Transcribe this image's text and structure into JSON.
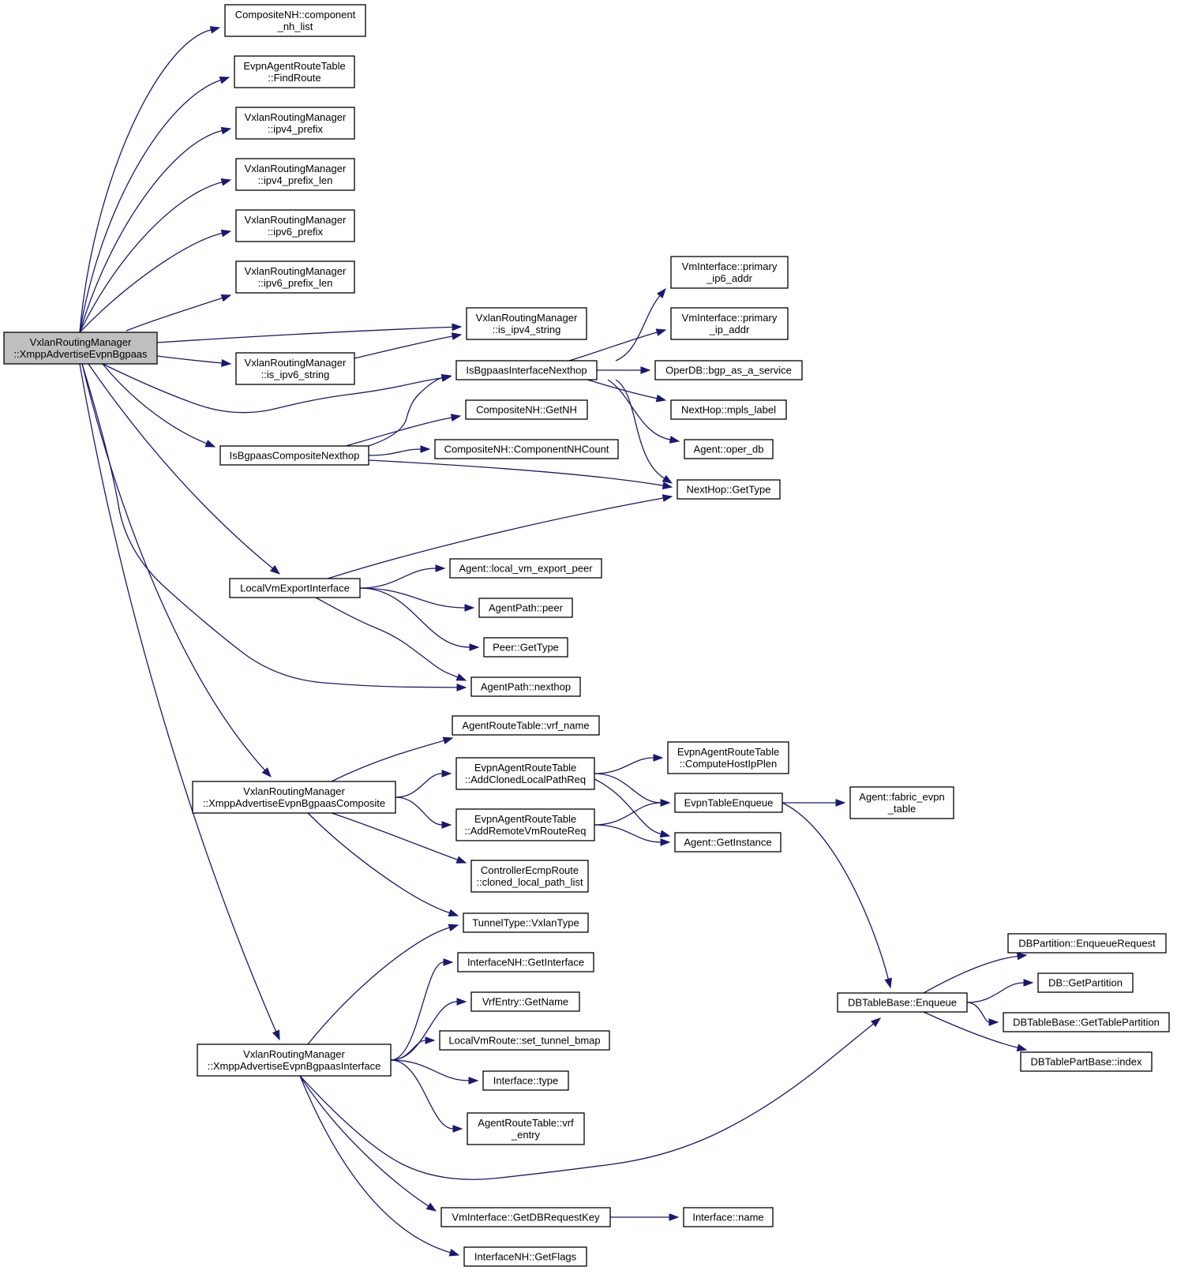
{
  "nodes": [
    {
      "id": "root",
      "lines": [
        "VxlanRoutingManager",
        "::XmppAdvertiseEvpnBgpaas"
      ],
      "root": true
    },
    {
      "id": "component_nh_list",
      "lines": [
        "CompositeNH::component",
        "_nh_list"
      ]
    },
    {
      "id": "find_route",
      "lines": [
        "EvpnAgentRouteTable",
        "::FindRoute"
      ]
    },
    {
      "id": "ipv4_prefix",
      "lines": [
        "VxlanRoutingManager",
        "::ipv4_prefix"
      ]
    },
    {
      "id": "ipv4_prefix_len",
      "lines": [
        "VxlanRoutingManager",
        "::ipv4_prefix_len"
      ]
    },
    {
      "id": "ipv6_prefix",
      "lines": [
        "VxlanRoutingManager",
        "::ipv6_prefix"
      ]
    },
    {
      "id": "ipv6_prefix_len",
      "lines": [
        "VxlanRoutingManager",
        "::ipv6_prefix_len"
      ]
    },
    {
      "id": "is_ipv4_string",
      "lines": [
        "VxlanRoutingManager",
        "::is_ipv4_string"
      ]
    },
    {
      "id": "is_ipv6_string",
      "lines": [
        "VxlanRoutingManager",
        "::is_ipv6_string"
      ]
    },
    {
      "id": "is_bgpaas_interface_nexthop",
      "lines": [
        "IsBgpaasInterfaceNexthop"
      ]
    },
    {
      "id": "is_bgpaas_composite_nexthop",
      "lines": [
        "IsBgpaasCompositeNexthop"
      ]
    },
    {
      "id": "composite_getnh",
      "lines": [
        "CompositeNH::GetNH"
      ]
    },
    {
      "id": "component_nh_count",
      "lines": [
        "CompositeNH::ComponentNHCount"
      ]
    },
    {
      "id": "primary_ip6_addr",
      "lines": [
        "VmInterface::primary",
        "_ip6_addr"
      ]
    },
    {
      "id": "primary_ip_addr",
      "lines": [
        "VmInterface::primary",
        "_ip_addr"
      ]
    },
    {
      "id": "bgp_as_a_service",
      "lines": [
        "OperDB::bgp_as_a_service"
      ]
    },
    {
      "id": "mpls_label",
      "lines": [
        "NextHop::mpls_label"
      ]
    },
    {
      "id": "oper_db",
      "lines": [
        "Agent::oper_db"
      ]
    },
    {
      "id": "nexthop_gettype",
      "lines": [
        "NextHop::GetType"
      ]
    },
    {
      "id": "local_vm_export_interface",
      "lines": [
        "LocalVmExportInterface"
      ]
    },
    {
      "id": "local_vm_export_peer",
      "lines": [
        "Agent::local_vm_export_peer"
      ]
    },
    {
      "id": "agentpath_peer",
      "lines": [
        "AgentPath::peer"
      ]
    },
    {
      "id": "peer_gettype",
      "lines": [
        "Peer::GetType"
      ]
    },
    {
      "id": "agentpath_nexthop",
      "lines": [
        "AgentPath::nexthop"
      ]
    },
    {
      "id": "vrf_name",
      "lines": [
        "AgentRouteTable::vrf_name"
      ]
    },
    {
      "id": "add_cloned_local_path_req",
      "lines": [
        "EvpnAgentRouteTable",
        "::AddClonedLocalPathReq"
      ]
    },
    {
      "id": "compute_host_ip_plen",
      "lines": [
        "EvpnAgentRouteTable",
        "::ComputeHostIpPlen"
      ]
    },
    {
      "id": "xmpp_composite",
      "lines": [
        "VxlanRoutingManager",
        "::XmppAdvertiseEvpnBgpaasComposite"
      ]
    },
    {
      "id": "evpn_table_enqueue",
      "lines": [
        "EvpnTableEnqueue"
      ]
    },
    {
      "id": "fabric_evpn_table",
      "lines": [
        "Agent::fabric_evpn",
        "_table"
      ]
    },
    {
      "id": "add_remote_vm_route_req",
      "lines": [
        "EvpnAgentRouteTable",
        "::AddRemoteVmRouteReq"
      ]
    },
    {
      "id": "get_instance",
      "lines": [
        "Agent::GetInstance"
      ]
    },
    {
      "id": "cloned_local_path_list",
      "lines": [
        "ControllerEcmpRoute",
        "::cloned_local_path_list"
      ]
    },
    {
      "id": "vxlan_type",
      "lines": [
        "TunnelType::VxlanType"
      ]
    },
    {
      "id": "get_interface",
      "lines": [
        "InterfaceNH::GetInterface"
      ]
    },
    {
      "id": "vrf_get_name",
      "lines": [
        "VrfEntry::GetName"
      ]
    },
    {
      "id": "set_tunnel_bmap",
      "lines": [
        "LocalVmRoute::set_tunnel_bmap"
      ]
    },
    {
      "id": "xmpp_interface",
      "lines": [
        "VxlanRoutingManager",
        "::XmppAdvertiseEvpnBgpaasInterface"
      ]
    },
    {
      "id": "interface_type",
      "lines": [
        "Interface::type"
      ]
    },
    {
      "id": "vrf_entry",
      "lines": [
        "AgentRouteTable::vrf",
        "_entry"
      ]
    },
    {
      "id": "db_partition_enqueue_request",
      "lines": [
        "DBPartition::EnqueueRequest"
      ]
    },
    {
      "id": "db_get_partition",
      "lines": [
        "DB::GetPartition"
      ]
    },
    {
      "id": "dbtablebase_enqueue",
      "lines": [
        "DBTableBase::Enqueue"
      ]
    },
    {
      "id": "get_table_partition",
      "lines": [
        "DBTableBase::GetTablePartition"
      ]
    },
    {
      "id": "dbtablepartbase_index",
      "lines": [
        "DBTablePartBase::index"
      ]
    },
    {
      "id": "get_db_request_key",
      "lines": [
        "VmInterface::GetDBRequestKey"
      ]
    },
    {
      "id": "interface_name",
      "lines": [
        "Interface::name"
      ]
    },
    {
      "id": "interfacenh_get_flags",
      "lines": [
        "InterfaceNH::GetFlags"
      ]
    }
  ],
  "edges": [
    [
      "root",
      "component_nh_list"
    ],
    [
      "root",
      "find_route"
    ],
    [
      "root",
      "ipv4_prefix"
    ],
    [
      "root",
      "ipv4_prefix_len"
    ],
    [
      "root",
      "ipv6_prefix"
    ],
    [
      "root",
      "ipv6_prefix_len"
    ],
    [
      "root",
      "is_ipv4_string"
    ],
    [
      "root",
      "is_ipv6_string"
    ],
    [
      "root",
      "is_bgpaas_interface_nexthop"
    ],
    [
      "root",
      "is_bgpaas_composite_nexthop"
    ],
    [
      "root",
      "local_vm_export_interface"
    ],
    [
      "root",
      "agentpath_nexthop"
    ],
    [
      "root",
      "xmpp_composite"
    ],
    [
      "root",
      "xmpp_interface"
    ],
    [
      "is_ipv6_string",
      "is_ipv4_string"
    ],
    [
      "is_bgpaas_interface_nexthop",
      "primary_ip6_addr"
    ],
    [
      "is_bgpaas_interface_nexthop",
      "primary_ip_addr"
    ],
    [
      "is_bgpaas_interface_nexthop",
      "bgp_as_a_service"
    ],
    [
      "is_bgpaas_interface_nexthop",
      "mpls_label"
    ],
    [
      "is_bgpaas_interface_nexthop",
      "oper_db"
    ],
    [
      "is_bgpaas_interface_nexthop",
      "nexthop_gettype"
    ],
    [
      "is_bgpaas_composite_nexthop",
      "is_bgpaas_interface_nexthop"
    ],
    [
      "is_bgpaas_composite_nexthop",
      "composite_getnh"
    ],
    [
      "is_bgpaas_composite_nexthop",
      "component_nh_count"
    ],
    [
      "is_bgpaas_composite_nexthop",
      "nexthop_gettype"
    ],
    [
      "local_vm_export_interface",
      "nexthop_gettype"
    ],
    [
      "local_vm_export_interface",
      "local_vm_export_peer"
    ],
    [
      "local_vm_export_interface",
      "agentpath_peer"
    ],
    [
      "local_vm_export_interface",
      "peer_gettype"
    ],
    [
      "local_vm_export_interface",
      "agentpath_nexthop"
    ],
    [
      "xmpp_composite",
      "vrf_name"
    ],
    [
      "xmpp_composite",
      "add_cloned_local_path_req"
    ],
    [
      "xmpp_composite",
      "add_remote_vm_route_req"
    ],
    [
      "xmpp_composite",
      "cloned_local_path_list"
    ],
    [
      "xmpp_composite",
      "vxlan_type"
    ],
    [
      "add_cloned_local_path_req",
      "compute_host_ip_plen"
    ],
    [
      "add_cloned_local_path_req",
      "evpn_table_enqueue"
    ],
    [
      "add_cloned_local_path_req",
      "get_instance"
    ],
    [
      "add_remote_vm_route_req",
      "evpn_table_enqueue"
    ],
    [
      "add_remote_vm_route_req",
      "get_instance"
    ],
    [
      "evpn_table_enqueue",
      "fabric_evpn_table"
    ],
    [
      "evpn_table_enqueue",
      "dbtablebase_enqueue"
    ],
    [
      "xmpp_interface",
      "vxlan_type"
    ],
    [
      "xmpp_interface",
      "get_interface"
    ],
    [
      "xmpp_interface",
      "vrf_get_name"
    ],
    [
      "xmpp_interface",
      "set_tunnel_bmap"
    ],
    [
      "xmpp_interface",
      "interface_type"
    ],
    [
      "xmpp_interface",
      "vrf_entry"
    ],
    [
      "xmpp_interface",
      "dbtablebase_enqueue"
    ],
    [
      "xmpp_interface",
      "get_db_request_key"
    ],
    [
      "xmpp_interface",
      "interfacenh_get_flags"
    ],
    [
      "dbtablebase_enqueue",
      "db_partition_enqueue_request"
    ],
    [
      "dbtablebase_enqueue",
      "db_get_partition"
    ],
    [
      "dbtablebase_enqueue",
      "get_table_partition"
    ],
    [
      "dbtablebase_enqueue",
      "dbtablepartbase_index"
    ],
    [
      "get_db_request_key",
      "interface_name"
    ]
  ]
}
